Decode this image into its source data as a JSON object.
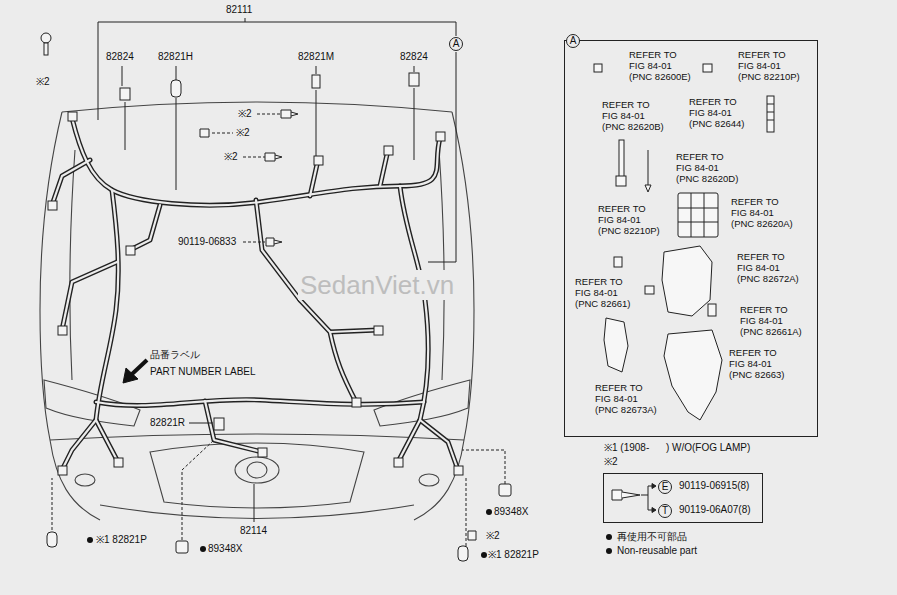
{
  "diagram": {
    "nodes": [
      {
        "text": [
          "A"
        ]
      },
      {
        "text": [
          "REFER TO FIG 84-01 (PNC 82600E)",
          "REFER TO FIG 84-01 (PNC 82210P)",
          "REFER TO FIG 84-01 (PNC 82620B)",
          "REFER TO FIG 84-01 (PNC 82644)",
          "REFER TO FIG 84-01 (PNC 82620D)",
          "REFER TO FIG 84-01 (PNC 82620A)",
          "REFER TO FIG 84-01 (PNC 82210P)",
          "REFER TO FIG 84-01 (PNC 82672A)",
          "REFER TO FIG 84-01 (PNC 82661)",
          "REFER TO FIG 84-01 (PNC 82661A)",
          "REFER TO FIG 84-01 (PNC 82673A)",
          "REFER TO FIG 84-01 (PNC 82663)"
        ]
      },
      {
        "text": [
          "A"
        ],
        "in": 1
      },
      {
        "text": [
          "90119-06915(8)",
          "90119-06A07(8)"
        ]
      },
      {
        "text": [
          "E"
        ],
        "in": 3
      },
      {
        "text": [
          "T"
        ],
        "in": 3
      }
    ],
    "labels": [
      "82111",
      "82824",
      "82821H",
      "82821M",
      "82824",
      "※2",
      "※2",
      "※2",
      "※2",
      "90119-06833",
      "品番ラベル",
      "PART NUMBER LABEL",
      "82821R",
      "82114",
      "※1 82821P",
      "89348X",
      "89348X",
      "※2",
      "※1 82821P",
      "※1 (1908-      ) W/O(FOG LAMP)",
      "※2",
      "SedanViet.vn"
    ],
    "legend": [
      {
        "text": "再使用不可部品"
      },
      {
        "text": "Non-reusable part"
      }
    ]
  }
}
